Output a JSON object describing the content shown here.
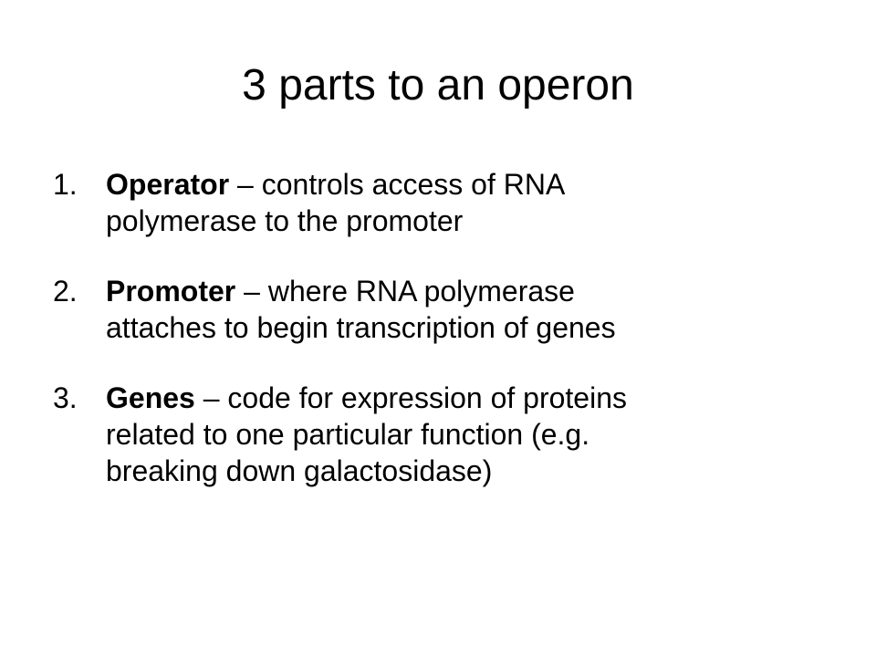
{
  "slide": {
    "title": "3 parts to an operon",
    "items": [
      {
        "number": "1.",
        "term": "Operator",
        "lines": [
          " – controls access of RNA",
          "polymerase to the promoter"
        ]
      },
      {
        "number": "2.",
        "term": "Promoter",
        "lines": [
          " – where RNA polymerase",
          "attaches to begin transcription of genes"
        ]
      },
      {
        "number": "3.",
        "term": "Genes",
        "lines": [
          " – code for expression of proteins",
          "related to one particular function (e.g.",
          "breaking down galactosidase)"
        ]
      }
    ]
  }
}
